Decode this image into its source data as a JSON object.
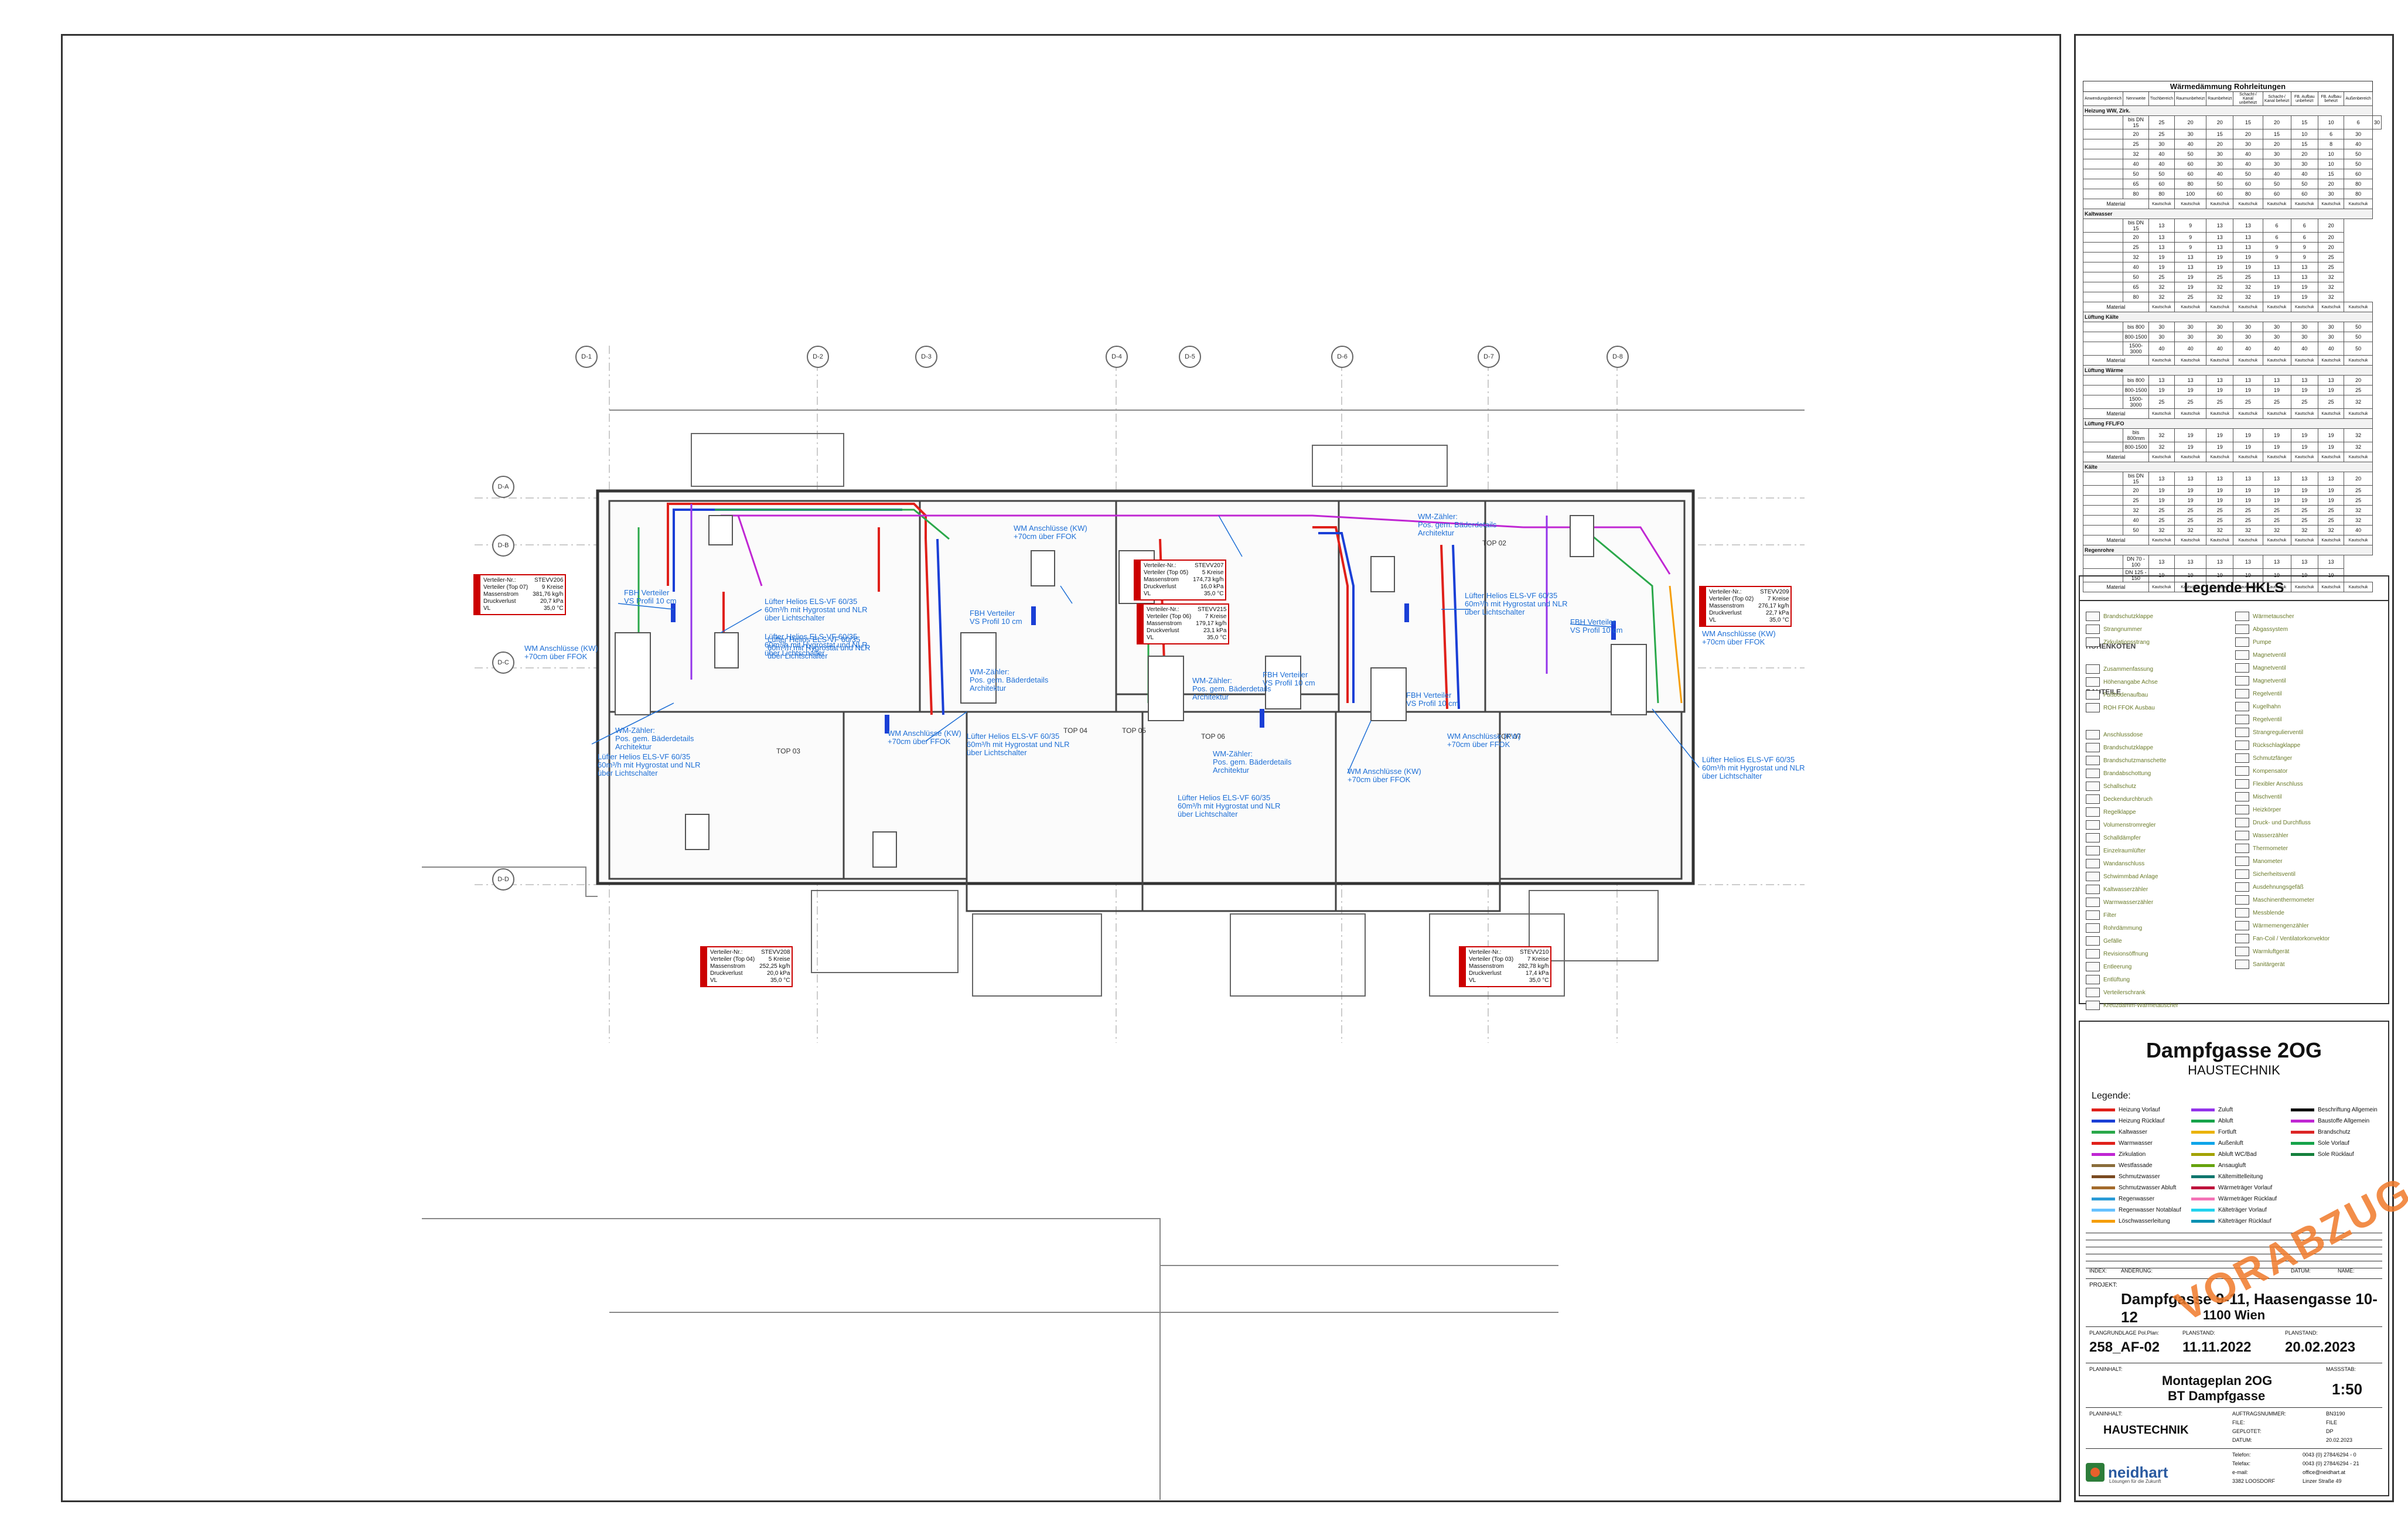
{
  "table": {
    "title": "Wärmedämmung Rohrleitungen",
    "header": [
      "Anwendungsbereich",
      "Nennweite",
      "Tischbereich",
      "Raumunbeheizt",
      "Raumbeheizt",
      "Schacht-/ Kanal unbeheizt",
      "Schacht-/ Kanal beheizt",
      "FB. Aufbau unbeheizt",
      "FB. Aufbau beheizt",
      "Außenbereich"
    ],
    "sections": [
      {
        "name": "Heizung WW, Zirk.",
        "rows": [
          [
            "bis DN 15",
            "25",
            "20",
            "20",
            "15",
            "20",
            "15",
            "10",
            "6",
            "30"
          ],
          [
            "20",
            "25",
            "30",
            "15",
            "20",
            "15",
            "10",
            "6",
            "30"
          ],
          [
            "25",
            "30",
            "40",
            "20",
            "30",
            "20",
            "15",
            "8",
            "40"
          ],
          [
            "32",
            "40",
            "50",
            "30",
            "40",
            "30",
            "20",
            "10",
            "50"
          ],
          [
            "40",
            "40",
            "60",
            "30",
            "40",
            "30",
            "30",
            "10",
            "50"
          ],
          [
            "50",
            "50",
            "60",
            "40",
            "50",
            "40",
            "40",
            "15",
            "60"
          ],
          [
            "65",
            "60",
            "80",
            "50",
            "60",
            "50",
            "50",
            "20",
            "80"
          ],
          [
            "80",
            "80",
            "100",
            "60",
            "80",
            "60",
            "60",
            "30",
            "80"
          ]
        ]
      },
      {
        "name": "Kaltwasser",
        "rows": [
          [
            "bis DN 15",
            "13",
            "9",
            "13",
            "13",
            "6",
            "6",
            "20"
          ],
          [
            "20",
            "13",
            "9",
            "13",
            "13",
            "6",
            "6",
            "20"
          ],
          [
            "25",
            "13",
            "9",
            "13",
            "13",
            "9",
            "9",
            "20"
          ],
          [
            "32",
            "19",
            "13",
            "19",
            "19",
            "9",
            "9",
            "25"
          ],
          [
            "40",
            "19",
            "13",
            "19",
            "19",
            "13",
            "13",
            "25"
          ],
          [
            "50",
            "25",
            "19",
            "25",
            "25",
            "13",
            "13",
            "32"
          ],
          [
            "65",
            "32",
            "19",
            "32",
            "32",
            "19",
            "19",
            "32"
          ],
          [
            "80",
            "32",
            "25",
            "32",
            "32",
            "19",
            "19",
            "32"
          ]
        ]
      },
      {
        "name": "Lüftung Kälte",
        "rows": [
          [
            "bis 800",
            "30",
            "30",
            "30",
            "30",
            "30",
            "30",
            "30",
            "50"
          ],
          [
            "800-1500",
            "30",
            "30",
            "30",
            "30",
            "30",
            "30",
            "30",
            "50"
          ],
          [
            "1500-3000",
            "40",
            "40",
            "40",
            "40",
            "40",
            "40",
            "40",
            "50"
          ]
        ]
      },
      {
        "name": "Lüftung Wärme",
        "rows": [
          [
            "bis 800",
            "13",
            "13",
            "13",
            "13",
            "13",
            "13",
            "13",
            "20"
          ],
          [
            "800-1500",
            "19",
            "19",
            "19",
            "19",
            "19",
            "19",
            "19",
            "25"
          ],
          [
            "1500-3000",
            "25",
            "25",
            "25",
            "25",
            "25",
            "25",
            "25",
            "32"
          ]
        ]
      },
      {
        "name": "Lüftung FFL/FO",
        "rows": [
          [
            "bis 800mm",
            "32",
            "19",
            "19",
            "19",
            "19",
            "19",
            "19",
            "32"
          ],
          [
            "800-1500",
            "32",
            "19",
            "19",
            "19",
            "19",
            "19",
            "19",
            "32"
          ]
        ]
      },
      {
        "name": "Kälte",
        "rows": [
          [
            "bis DN 15",
            "13",
            "13",
            "13",
            "13",
            "13",
            "13",
            "13",
            "20"
          ],
          [
            "20",
            "19",
            "19",
            "19",
            "19",
            "19",
            "19",
            "19",
            "25"
          ],
          [
            "25",
            "19",
            "19",
            "19",
            "19",
            "19",
            "19",
            "19",
            "25"
          ],
          [
            "32",
            "25",
            "25",
            "25",
            "25",
            "25",
            "25",
            "25",
            "32"
          ],
          [
            "40",
            "25",
            "25",
            "25",
            "25",
            "25",
            "25",
            "25",
            "32"
          ],
          [
            "50",
            "32",
            "32",
            "32",
            "32",
            "32",
            "32",
            "32",
            "40"
          ]
        ]
      },
      {
        "name": "Regenrohre",
        "rows": [
          [
            "DN 70 - 100",
            "13",
            "13",
            "13",
            "13",
            "13",
            "13",
            "13"
          ],
          [
            "DN 125 - 150",
            "19",
            "19",
            "19",
            "19",
            "19",
            "19",
            "19"
          ]
        ]
      }
    ],
    "material_label": "Material",
    "material_values": [
      "Kautschuk",
      "Kautschuk",
      "Kautschuk",
      "Kautschuk",
      "Kautschuk",
      "Kautschuk",
      "Kautschuk",
      "Kautschuk"
    ]
  },
  "legend_hkls": {
    "title": "Legende HKLS",
    "headings": [
      "HÖHENKOTEN",
      "BAUTEILE"
    ],
    "items_left": [
      "Brandschutzklappe",
      "Strangnummer",
      "Zirkulationsstrang",
      "Zusammenfassung",
      "Höhenangabe Achse",
      "Fußbodenaufbau",
      "ROH FFOK Ausbau",
      "Anschlussdose",
      "Brandschutzklappe",
      "Brandschutzmanschette",
      "Brandabschottung",
      "Schallschutz",
      "Deckendurchbruch",
      "Regelklappe",
      "Volumenstromregler",
      "Schalldämpfer",
      "Einzelraumlüfter",
      "Wandanschluss",
      "Schwimmbad Anlage",
      "Kaltwasserzähler",
      "Warmwasserzähler",
      "Filter",
      "Rohrdämmung",
      "Gefälle",
      "Revisionsöffnung",
      "Entleerung",
      "Entlüftung",
      "Verteilerschrank",
      "Kreuzdämm-Wärmetauscher"
    ],
    "items_right": [
      "Wärmetauscher",
      "Abgassystem",
      "Pumpe",
      "Magnetventil",
      "Magnetventil",
      "Magnetventil",
      "Regelventil",
      "Kugelhahn",
      "Regelventil",
      "Strangregulierventil",
      "Rückschlagklappe",
      "Schmutzfänger",
      "Kompensator",
      "Flexibler Anschluss",
      "Mischventil",
      "Heizkörper",
      "Druck- und Durchfluss",
      "Wasserzähler",
      "Thermometer",
      "Manometer",
      "Sicherheitsventil",
      "Ausdehnungsgefäß",
      "Maschinenthermometer",
      "Messblende",
      "Wärmemengenzähler",
      "Fan-Coil / Ventilatorkonvektor",
      "Warmluftgerät",
      "Sanitärgerät"
    ]
  },
  "title_block": {
    "project_title": "Dampfgasse 2OG",
    "project_subtitle": "HAUSTECHNIK",
    "legend_label": "Legende:",
    "line_legend": [
      {
        "label": "Heizung Vorlauf",
        "color": "#e0201a"
      },
      {
        "label": "Heizung Rücklauf",
        "color": "#1a3fd6"
      },
      {
        "label": "Kaltwasser",
        "color": "#2aa84a"
      },
      {
        "label": "Warmwasser",
        "color": "#e0201a"
      },
      {
        "label": "Zirkulation",
        "color": "#c026d3"
      },
      {
        "label": "Westfassade",
        "color": "#8a6d3b"
      },
      {
        "label": "Schmutzwasser",
        "color": "#7a4a21"
      },
      {
        "label": "Schmutzwasser Abluft",
        "color": "#a36b2c"
      },
      {
        "label": "Regenwasser",
        "color": "#2a9bd6"
      },
      {
        "label": "Regenwasser Notablauf",
        "color": "#66c2ff"
      },
      {
        "label": "Löschwasserleitung",
        "color": "#f59e0b"
      },
      {
        "label": "Zuluft",
        "color": "#9333ea"
      },
      {
        "label": "Abluft",
        "color": "#16a34a"
      },
      {
        "label": "Fortluft",
        "color": "#eab308"
      },
      {
        "label": "Außenluft",
        "color": "#0ea5e9"
      },
      {
        "label": "Abluft WC/Bad",
        "color": "#a3a300"
      },
      {
        "label": "Ansaugluft",
        "color": "#65a30d"
      },
      {
        "label": "Kältemittelleitung",
        "color": "#0f766e"
      },
      {
        "label": "Wärmeträger Vorlauf",
        "color": "#be123c"
      },
      {
        "label": "Wärmeträger Rücklauf",
        "color": "#f472b6"
      },
      {
        "label": "Kälteträger Vorlauf",
        "color": "#22d3ee"
      },
      {
        "label": "Kälteträger Rücklauf",
        "color": "#0891b2"
      },
      {
        "label": "Beschriftung Allgemein",
        "color": "#000000"
      },
      {
        "label": "Baustoffe Allgemein",
        "color": "#c026d3"
      },
      {
        "label": "Brandschutz",
        "color": "#dc2626"
      },
      {
        "label": "Sole Vorlauf",
        "color": "#16a34a"
      },
      {
        "label": "Sole Rücklauf",
        "color": "#15803d"
      }
    ],
    "index_headers": [
      "INDEX:",
      "ÄNDERUNG:",
      "DATUM:",
      "NAME:"
    ],
    "project_label": "PROJEKT:",
    "project_name": "Dampfgasse 9-11, Haasengasse 10-12",
    "project_city": "1100 Wien",
    "plangrundlage_label": "PLANGRUNDLAGE Pol.Plan:",
    "plangrundlage_value": "258_AF-02",
    "plangrundlage_date_label": "PLANSTAND:",
    "plangrundlage_date": "11.11.2022",
    "planstand_label": "PLANSTAND:",
    "planstand_value": "20.02.2023",
    "planinhalt_label": "PLANINHALT:",
    "plan_title_1": "Montageplan 2OG",
    "plan_title_2": "BT Dampfgasse",
    "massstab_label": "MASSSTAB:",
    "massstab_value": "1:50",
    "haustechnik_label": "PLANINHALT:",
    "haustechnik_value": "HAUSTECHNIK",
    "meta": [
      {
        "k": "AUFTRAGSNUMMER:",
        "v": "BN3190"
      },
      {
        "k": "FILE:",
        "v": "FILE"
      },
      {
        "k": "GEPLOTET:",
        "v": "DP"
      },
      {
        "k": "DATUM:",
        "v": "20.02.2023"
      }
    ],
    "contacts": [
      {
        "k": "Telefon:",
        "v": "0043 (0) 2784/6294 - 0"
      },
      {
        "k": "Telefax:",
        "v": "0043 (0) 2784/6294 - 21"
      },
      {
        "k": "e-mail:",
        "v": "office@neidhart.at"
      },
      {
        "k": "3382 LOOSDORF",
        "v": "Linzer Straße 49"
      }
    ],
    "company": "neidhart",
    "company_tagline": "Lösungen für die Zukunft",
    "stamp": "VORABZUG"
  },
  "plan": {
    "axes_top": [
      "D-1",
      "D-2",
      "D-3",
      "D-4",
      "D-5",
      "D-6",
      "D-7",
      "D-8"
    ],
    "axes_left": [
      "D-A",
      "D-B",
      "D-C",
      "D-D"
    ],
    "units": [
      "TOP 02",
      "TOP 03",
      "TOP 04",
      "TOP 05",
      "TOP 06",
      "TOP 07"
    ],
    "distributor_boxes": [
      {
        "rows": [
          [
            "Verteiler-Nr.:",
            "STEVV206"
          ],
          [
            "Verteiler (Top 07)",
            "9 Kreise"
          ],
          [
            "Massenstrom",
            "381,76 kg/h"
          ],
          [
            "Druckverlust",
            "20,7 kPa"
          ],
          [
            "VL",
            "35,0 °C"
          ]
        ]
      },
      {
        "rows": [
          [
            "Verteiler-Nr.:",
            "STEVV208"
          ],
          [
            "Verteiler (Top 04)",
            "5 Kreise"
          ],
          [
            "Massenstrom",
            "252,25 kg/h"
          ],
          [
            "Druckverlust",
            "20,0 kPa"
          ],
          [
            "VL",
            "35,0 °C"
          ]
        ]
      },
      {
        "rows": [
          [
            "Verteiler-Nr.:",
            "STEVV207"
          ],
          [
            "Verteiler (Top 05)",
            "5 Kreise"
          ],
          [
            "Massenstrom",
            "174,73 kg/h"
          ],
          [
            "Druckverlust",
            "16,0 kPa"
          ],
          [
            "VL",
            "35,0 °C"
          ]
        ]
      },
      {
        "rows": [
          [
            "Verteiler-Nr.:",
            "STEVV215"
          ],
          [
            "Verteiler (Top 06)",
            "7 Kreise"
          ],
          [
            "Massenstrom",
            "179,17 kg/h"
          ],
          [
            "Druckverlust",
            "23,1 kPa"
          ],
          [
            "VL",
            "35,0 °C"
          ]
        ]
      },
      {
        "rows": [
          [
            "Verteiler-Nr.:",
            "STEVV210"
          ],
          [
            "Verteiler (Top 03)",
            "7 Kreise"
          ],
          [
            "Massenstrom",
            "282,78 kg/h"
          ],
          [
            "Druckverlust",
            "17,4 kPa"
          ],
          [
            "VL",
            "35,0 °C"
          ]
        ]
      },
      {
        "rows": [
          [
            "Verteiler-Nr.:",
            "STEVV209"
          ],
          [
            "Verteiler (Top 02)",
            "7 Kreise"
          ],
          [
            "Massenstrom",
            "276,17 kg/h"
          ],
          [
            "Druckverlust",
            "22,7 kPa"
          ],
          [
            "VL",
            "35,0 °C"
          ]
        ]
      }
    ],
    "labels": [
      "FBH Verteiler\nVS Profil 10 cm",
      "Lüfter Helios ELS-VF 60/35\n60m³/h mit Hygrostat und NLR\nüber Lichtschalter",
      "Lüfter Helios ELS-VF 60/35\n60m³/h mit Hygrostat und NLR\nüber Lichtschalter",
      "WM Anschlüsse (KW)\n+70cm über FFOK",
      "WM-Zähler:\nPos. gem. Bäderdetails\nArchitektur",
      "Lüfter Helios ELS-VF 60/35\n60m³/h mit Hygrostat und NLR\nüber Lichtschalter",
      "Lüfter Helios ELS-VF 60/35\n60m³/h mit Hygrostat und NLR\nüber Lichtschalter",
      "WM-Zähler:\nPos. gem. Bäderdetails\nArchitektur",
      "FBH Verteiler\nVS Profil 10 cm",
      "Lüfter Helios ELS-VF 60/35\n60m³/h mit Hygrostat und NLR\nüber Lichtschalter",
      "WM Anschlüsse (KW)\n+70cm über FFOK",
      "WM-Zähler:\nPos. gem. Bäderdetails\nArchitektur",
      "WM Anschlüsse (KW)\n+70cm über FFOK",
      "FBH Verteiler\nVS Profil 10 cm",
      "WM Anschlüsse (KW)\n+70cm über FFOK",
      "WM-Zähler:\nPos. gem. Bäderdetails\nArchitektur",
      "FBH Verteiler\nVS Profil 10 cm",
      "Lüfter Helios ELS-VF 60/35\n60m³/h mit Hygrostat und NLR\nüber Lichtschalter",
      "Lüfter Helios ELS-VF 60/35\n60m³/h mit Hygrostat und NLR\nüber Lichtschalter",
      "WM Anschlüsse (KW)\n+70cm über FFOK",
      "FBH Verteiler\nVS Profil 10 cm",
      "WM Anschlüsse (KW)\n+70cm über FFOK",
      "WM-Zähler:\nPos. gem. Bäderdetails\nArchitektur",
      "Lüfter Helios ELS-VF 60/35\n60m³/h mit Hygrostat und NLR\nüber Lichtschalter"
    ]
  }
}
